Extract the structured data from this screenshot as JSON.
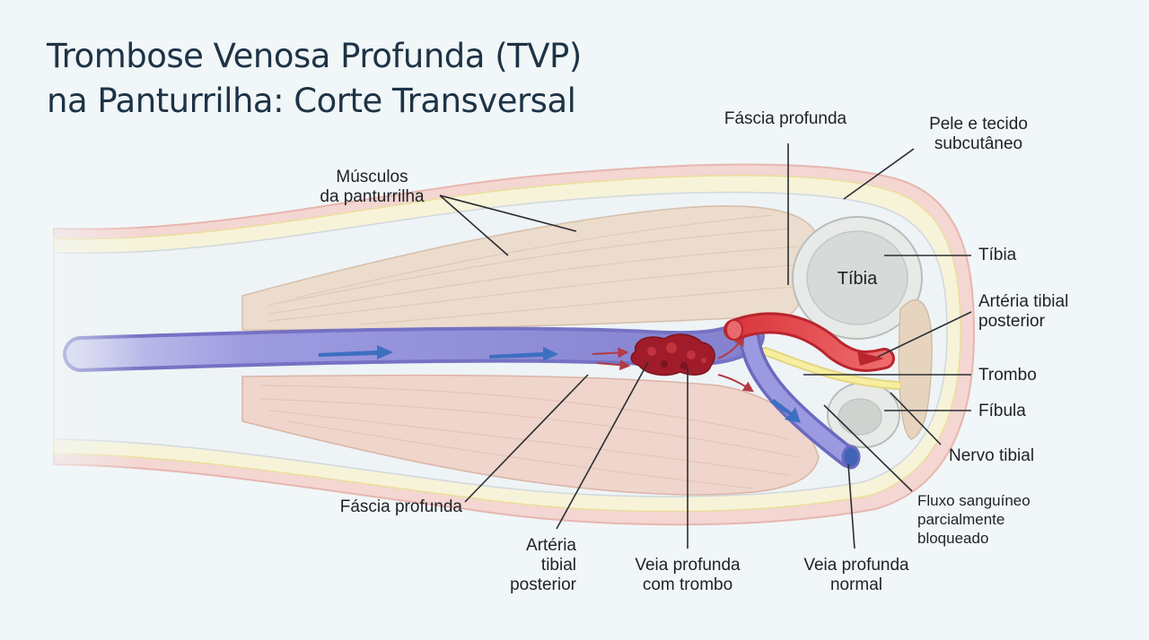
{
  "title": {
    "line1": "Trombose Venosa Profunda (TVP)",
    "line2": "na Panturrilha: Corte Transversal"
  },
  "labels": {
    "musculos": [
      "Músculos",
      "da panturrilha"
    ],
    "fascia_top": "Fáscia profunda",
    "pele": [
      "Pele e tecido",
      "subcutâneo"
    ],
    "tibia_outer": "Tíbia",
    "tibia_inner": "Tíbia",
    "arteria_right": [
      "Artéria tibial",
      "posterior"
    ],
    "trombo": "Trombo",
    "fibula": "Fíbula",
    "nervo": "Nervo tibial",
    "fluxo": [
      "Fluxo sanguíneo",
      "parcialmente",
      "bloqueado"
    ],
    "fascia_bottom": "Fáscia profunda",
    "arteria_bottom": [
      "Artéria",
      "tibial",
      "posterior"
    ],
    "veia_trombo": [
      "Veia profunda",
      "com trombo"
    ],
    "veia_normal": [
      "Veia profunda",
      "normal"
    ]
  },
  "colors": {
    "skin": "#f4d6d2",
    "subcutaneous": "#f7f3d8",
    "muscle": "#ecdccd",
    "vein": "#8c8ad4",
    "artery": "#e0474e",
    "thrombus": "#a01c2a",
    "bone": "#dcdedc",
    "nerve": "#f6ec9c",
    "title": "#1d3346"
  }
}
